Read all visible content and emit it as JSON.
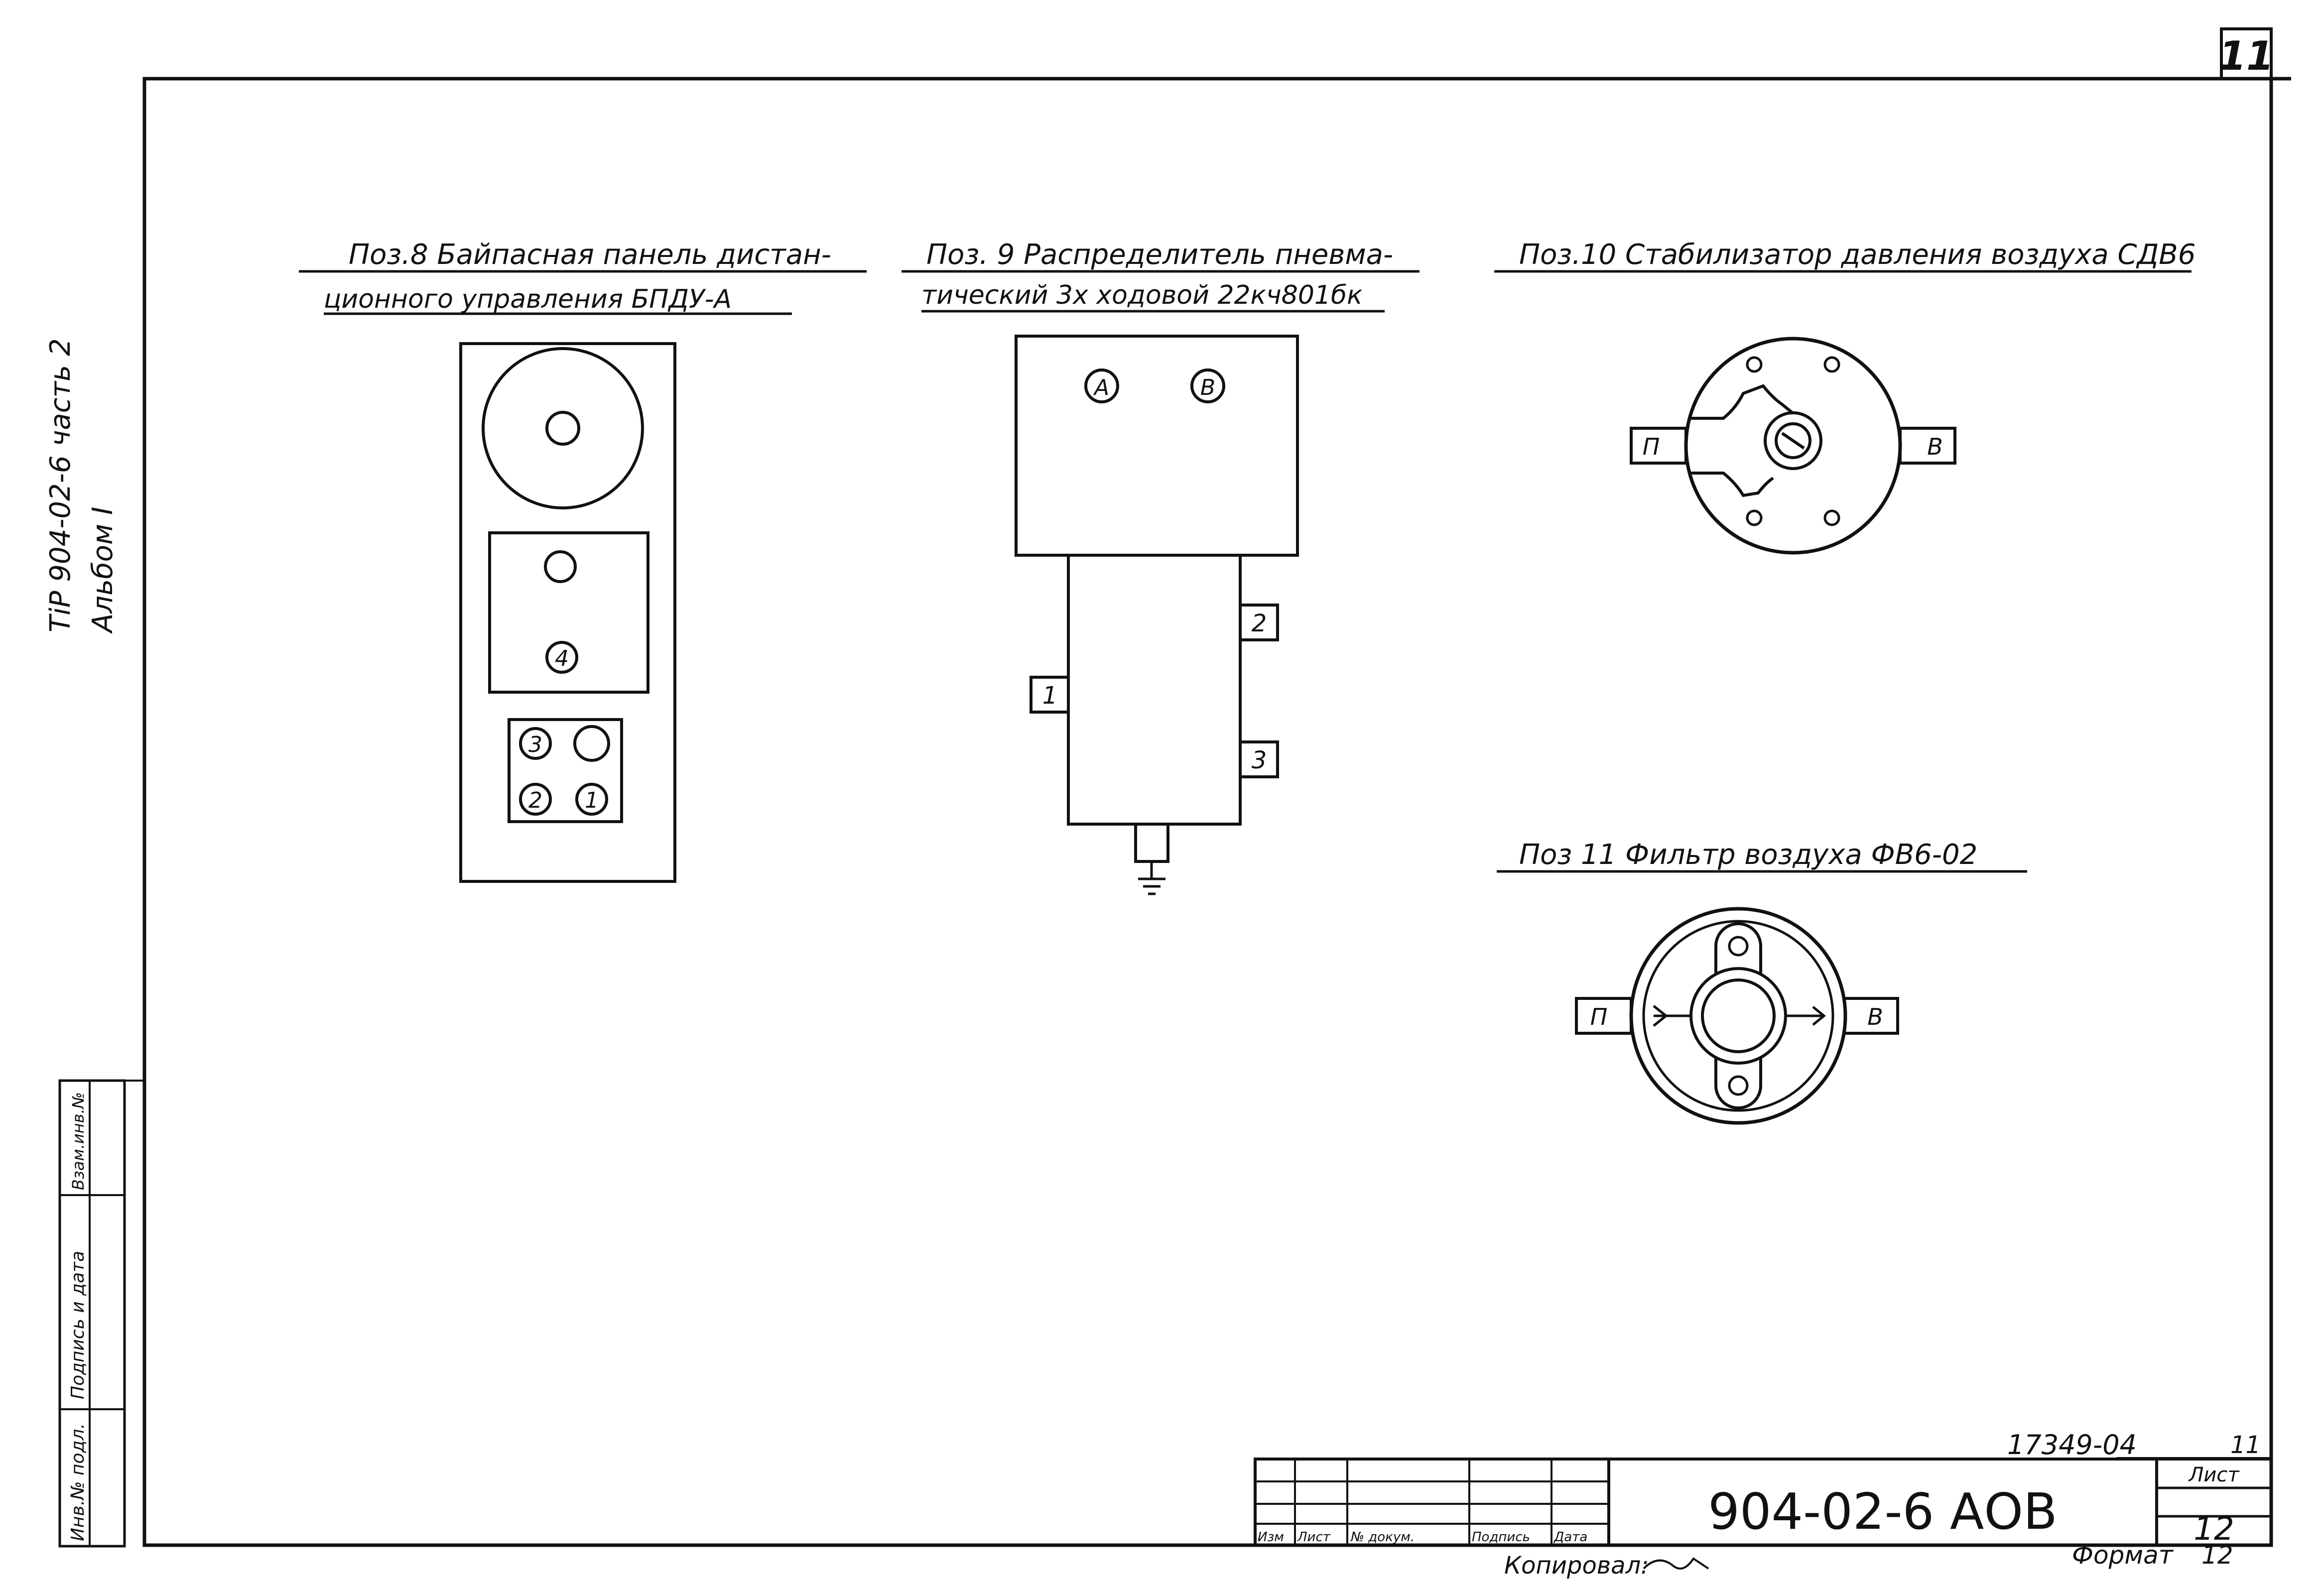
{
  "sheet": {
    "page_mark": "11",
    "side_note": {
      "line1": "ТiР   904-02-6   часть 2",
      "line2": "Альбом  I"
    },
    "side_stamp": {
      "inv": "Инв.№ подл.",
      "sign": "Подпись и дата",
      "replace": "Взам.инв.№"
    }
  },
  "items": {
    "pos8": {
      "title_line1": "Поз.8  Байпасная панель дистан-",
      "title_line2": "ционного управления БПДУ-А",
      "marker_4": "4",
      "marker_3": "3",
      "marker_2": "2",
      "marker_1": "1"
    },
    "pos9": {
      "title_line1": "Поз. 9  Распределитель пневма-",
      "title_line2": "тический 3х ходовой 22кч801бк",
      "marker_a": "А",
      "marker_b": "В",
      "port_1": "1",
      "port_2": "2",
      "port_3": "3"
    },
    "pos10": {
      "title": "Поз.10 Стабилизатор давления воздуха СДВ6",
      "inlet": "П",
      "outlet": "В"
    },
    "pos11": {
      "title": "Поз 11  Фильтр воздуха ФВ6-02",
      "inlet": "П",
      "outlet": "В"
    }
  },
  "title_block": {
    "copy_number": "17349-04",
    "page_small": "11",
    "doc_code": "904-02-6   АОВ",
    "sheet_label": "Лист",
    "sheet_number": "12",
    "cols": [
      "Изм",
      "Лист",
      "№ докум.",
      "Подпись",
      "Дата"
    ],
    "copied_by": "Копировал:",
    "format_label": "Формат",
    "format_value": "12"
  }
}
